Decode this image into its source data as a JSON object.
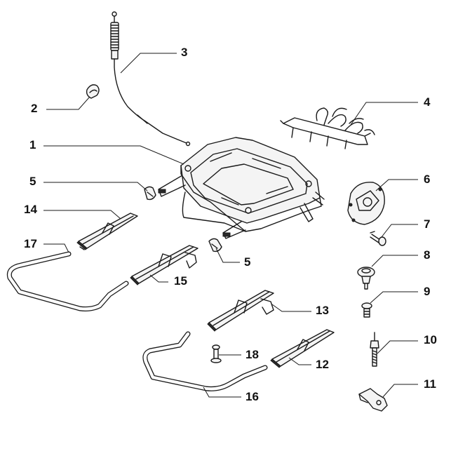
{
  "callouts": {
    "c1": "1",
    "c2": "2",
    "c3": "3",
    "c4": "4",
    "c5a": "5",
    "c5b": "5",
    "c6": "6",
    "c7": "7",
    "c8": "8",
    "c9": "9",
    "c10": "10",
    "c11": "11",
    "c12": "12",
    "c13": "13",
    "c14": "14",
    "c15": "15",
    "c16": "16",
    "c17": "17",
    "c18": "18"
  }
}
